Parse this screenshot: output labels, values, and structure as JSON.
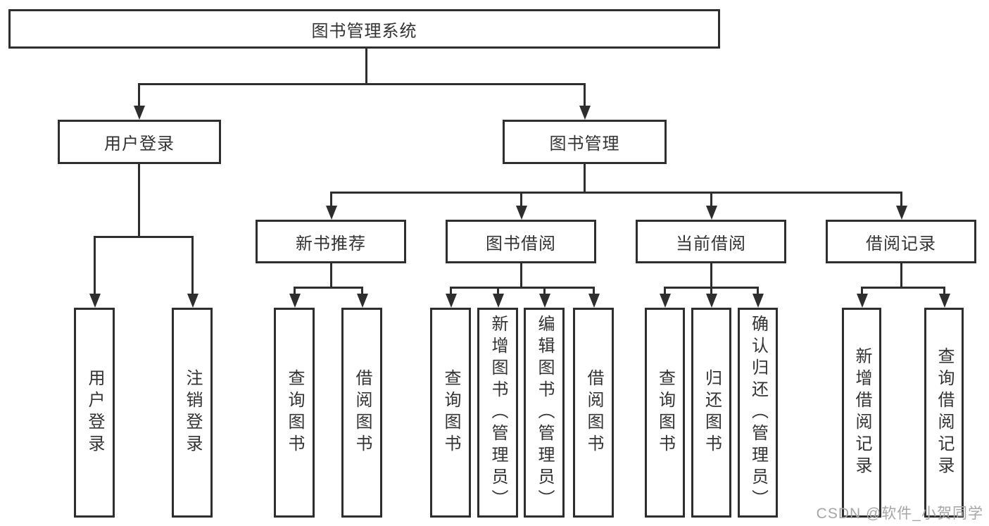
{
  "diagram": {
    "title": "图书管理系统",
    "watermark": "CSDN @软件_小贺同学",
    "colors": {
      "line": "#2e2e2e",
      "box_border": "#2e2e2e",
      "text": "#333333",
      "watermark": "#a6a6a6",
      "background": "#ffffff"
    },
    "nodes": {
      "root": {
        "label": "图书管理系统"
      },
      "user_login": {
        "label": "用户登录"
      },
      "book_mgmt": {
        "label": "图书管理"
      },
      "new_book_rec": {
        "label": "新书推荐"
      },
      "book_borrow": {
        "label": "图书借阅"
      },
      "current_borrow": {
        "label": "当前借阅"
      },
      "borrow_records": {
        "label": "借阅记录"
      },
      "leaf_user_login": {
        "label": "用户登录"
      },
      "leaf_logout": {
        "label": "注销登录"
      },
      "leaf_query_books_1": {
        "label": "查询图书"
      },
      "leaf_borrow_books_1": {
        "label": "借阅图书"
      },
      "leaf_query_books_2": {
        "label": "查询图书"
      },
      "leaf_add_book_admin": {
        "label": "新增图书（管理员）"
      },
      "leaf_edit_book_admin": {
        "label": "编辑图书（管理员）"
      },
      "leaf_borrow_books_2": {
        "label": "借阅图书"
      },
      "leaf_query_books_3": {
        "label": "查询图书"
      },
      "leaf_return_books": {
        "label": "归还图书"
      },
      "leaf_confirm_return_admin": {
        "label": "确认归还（管理员）"
      },
      "leaf_add_borrow_record": {
        "label": "新增借阅记录"
      },
      "leaf_query_borrow_record": {
        "label": "查询借阅记录"
      }
    },
    "hierarchy": {
      "root": [
        "user_login",
        "book_mgmt"
      ],
      "user_login": [
        "leaf_user_login",
        "leaf_logout"
      ],
      "book_mgmt": [
        "new_book_rec",
        "book_borrow",
        "current_borrow",
        "borrow_records"
      ],
      "new_book_rec": [
        "leaf_query_books_1",
        "leaf_borrow_books_1"
      ],
      "book_borrow": [
        "leaf_query_books_2",
        "leaf_add_book_admin",
        "leaf_edit_book_admin",
        "leaf_borrow_books_2"
      ],
      "current_borrow": [
        "leaf_query_books_3",
        "leaf_return_books",
        "leaf_confirm_return_admin"
      ],
      "borrow_records": [
        "leaf_add_borrow_record",
        "leaf_query_borrow_record"
      ]
    }
  }
}
